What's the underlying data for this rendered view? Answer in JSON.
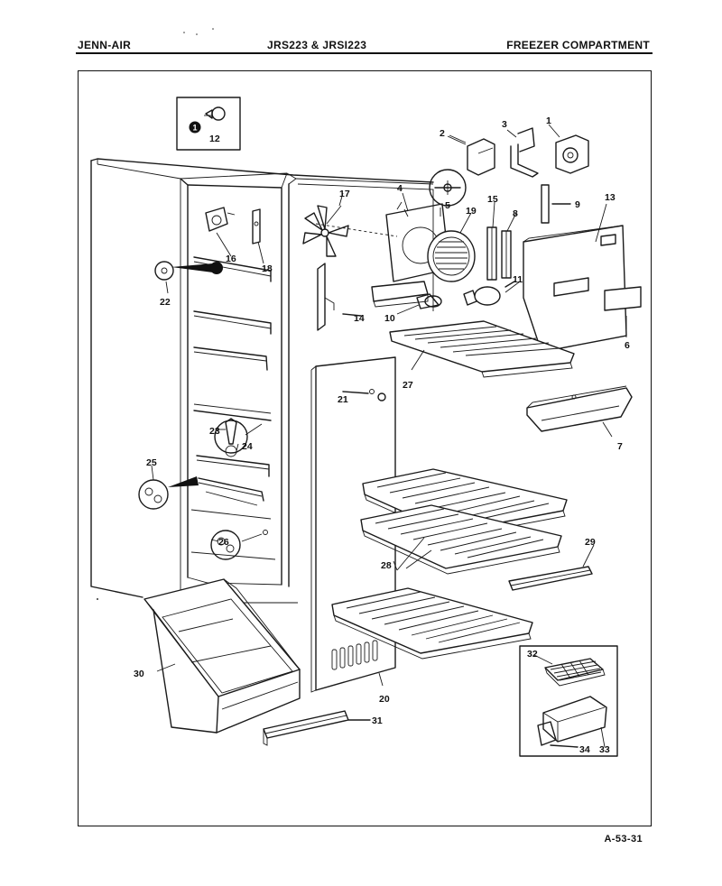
{
  "header": {
    "brand": "JENN-AIR",
    "models": "JRS223 & JRSI223",
    "section": "FREEZER COMPARTMENT"
  },
  "footer": {
    "page_code": "A-53-31"
  },
  "callouts": [
    "1",
    "2",
    "3",
    "4",
    "5",
    "6",
    "7",
    "8",
    "9",
    "10",
    "11",
    "12",
    "13",
    "14",
    "15",
    "16",
    "17",
    "18",
    "19",
    "20",
    "21",
    "22",
    "23",
    "24",
    "25",
    "26",
    "27",
    "28",
    "29",
    "30",
    "31",
    "32",
    "33",
    "34"
  ],
  "inset_marker": "1"
}
